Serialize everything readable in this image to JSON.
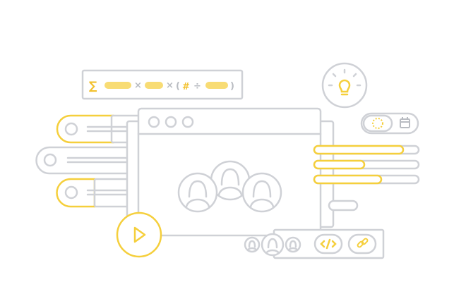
{
  "formula": {
    "sigma": "∑",
    "times_1": "×",
    "times_2": "×",
    "paren_open": "(",
    "hash": "#",
    "divide": "÷",
    "paren_close": ")"
  },
  "icons": {
    "lightbulb": "lightbulb-icon",
    "sun": "sun-icon",
    "calendar": "calendar-icon",
    "play": "play-icon",
    "code": "code-icon",
    "link": "link-icon",
    "users": "users-icon"
  },
  "sliders": [
    {
      "name": "slider-1",
      "value": 0.85
    },
    {
      "name": "slider-2",
      "value": 0.48
    },
    {
      "name": "slider-3",
      "value": 0.64
    }
  ],
  "colors": {
    "accent": "#f5cf3c",
    "accent_fill": "#f8dc74",
    "outline": "#cfd1d6"
  }
}
